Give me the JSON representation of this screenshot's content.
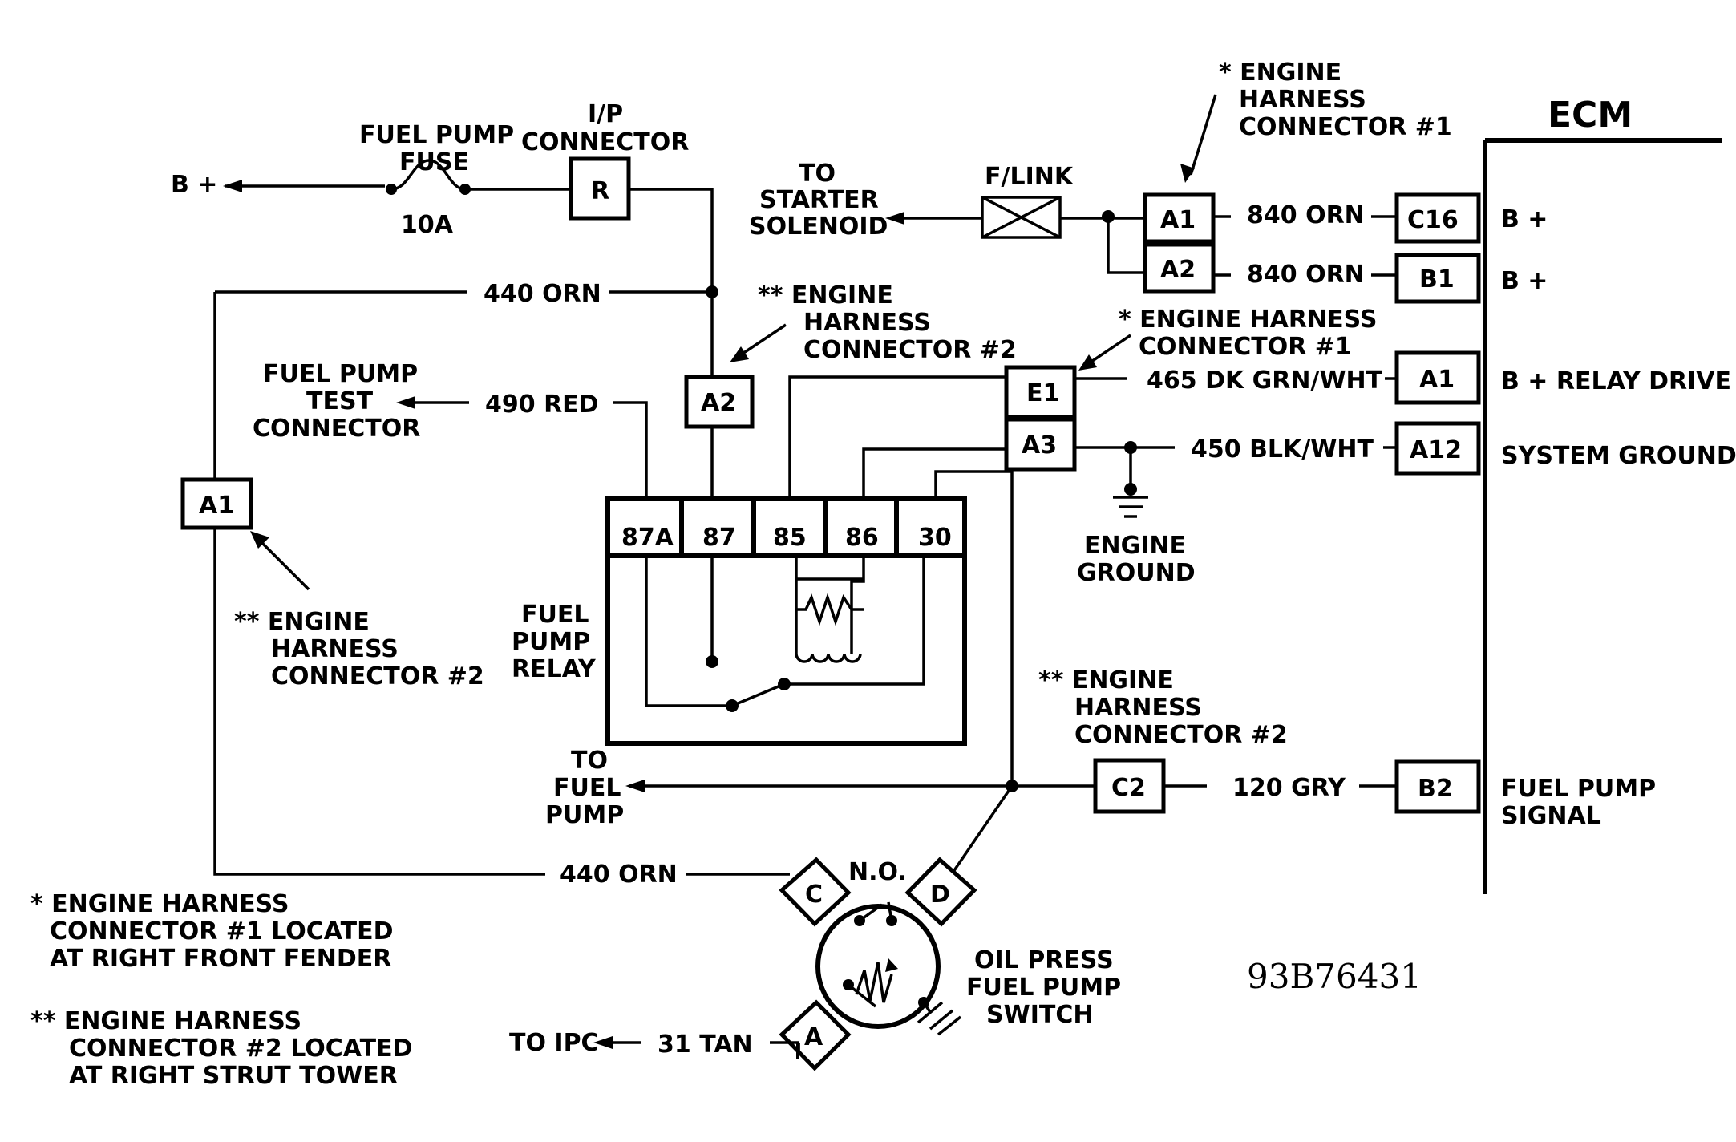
{
  "labels": {
    "ecm": "ECM",
    "b_plus_left": "B +",
    "fuel_pump_fuse": [
      "FUEL PUMP",
      "FUSE"
    ],
    "fuse_rating": "10A",
    "ip_connector": [
      "I/P",
      "CONNECTOR"
    ],
    "to_starter_solenoid": [
      "TO",
      "STARTER",
      "SOLENOID"
    ],
    "flink": "F/LINK",
    "engine_harness_1_top": [
      "* ENGINE",
      "HARNESS",
      "CONNECTOR #1"
    ],
    "wire_840_orn_1": "840 ORN",
    "wire_840_orn_2": "840 ORN",
    "ecm_b_plus_1": "B +",
    "ecm_b_plus_2": "B +",
    "wire_440_orn_top": "440 ORN",
    "engine_harness_2_mid": [
      "** ENGINE",
      "HARNESS",
      "CONNECTOR #2"
    ],
    "engine_harness_1_mid": [
      "* ENGINE HARNESS",
      "CONNECTOR #1"
    ],
    "fuel_pump_test_connector": [
      "FUEL PUMP",
      "TEST",
      "CONNECTOR"
    ],
    "wire_490_red": "490 RED",
    "wire_465": "465 DK GRN/WHT",
    "relay_drive": "B + RELAY DRIVE",
    "wire_450": "450 BLK/WHT",
    "system_ground": "SYSTEM GROUND",
    "engine_ground": [
      "ENGINE",
      "GROUND"
    ],
    "fuel_pump_relay": [
      "FUEL",
      "PUMP",
      "RELAY"
    ],
    "engine_harness_2_left": [
      "** ENGINE",
      "HARNESS",
      "CONNECTOR #2"
    ],
    "engine_harness_2_right": [
      "** ENGINE",
      "HARNESS",
      "CONNECTOR #2"
    ],
    "to_fuel_pump": [
      "TO",
      "FUEL",
      "PUMP"
    ],
    "wire_120_gry": "120 GRY",
    "fuel_pump_signal": [
      "FUEL PUMP",
      "SIGNAL"
    ],
    "wire_440_orn_bottom": "440 ORN",
    "no_label": "N.O.",
    "oil_press_switch": [
      "OIL PRESS",
      "FUEL PUMP",
      "SWITCH"
    ],
    "to_ipc": "TO IPC",
    "wire_31_tan": "31 TAN",
    "diagram_code": "93B76431",
    "note_1": [
      "* ENGINE HARNESS",
      "CONNECTOR #1 LOCATED",
      "AT RIGHT FRONT FENDER"
    ],
    "note_2": [
      "** ENGINE HARNESS",
      "CONNECTOR #2 LOCATED",
      "AT RIGHT STRUT TOWER"
    ]
  },
  "connectors": {
    "ip_r": "R",
    "eh1_a1": "A1",
    "eh1_a2": "A2",
    "ecm_c16": "C16",
    "ecm_b1": "B1",
    "eh2_a2": "A2",
    "eh1_e1": "E1",
    "eh1_a3": "A3",
    "ecm_a1": "A1",
    "ecm_a12": "A12",
    "eh2_a1_left": "A1",
    "eh2_c2": "C2",
    "ecm_b2": "B2"
  },
  "relay_terminals": [
    "87A",
    "87",
    "85",
    "86",
    "30"
  ],
  "switch_terminals": {
    "c": "C",
    "d": "D",
    "a": "A"
  }
}
